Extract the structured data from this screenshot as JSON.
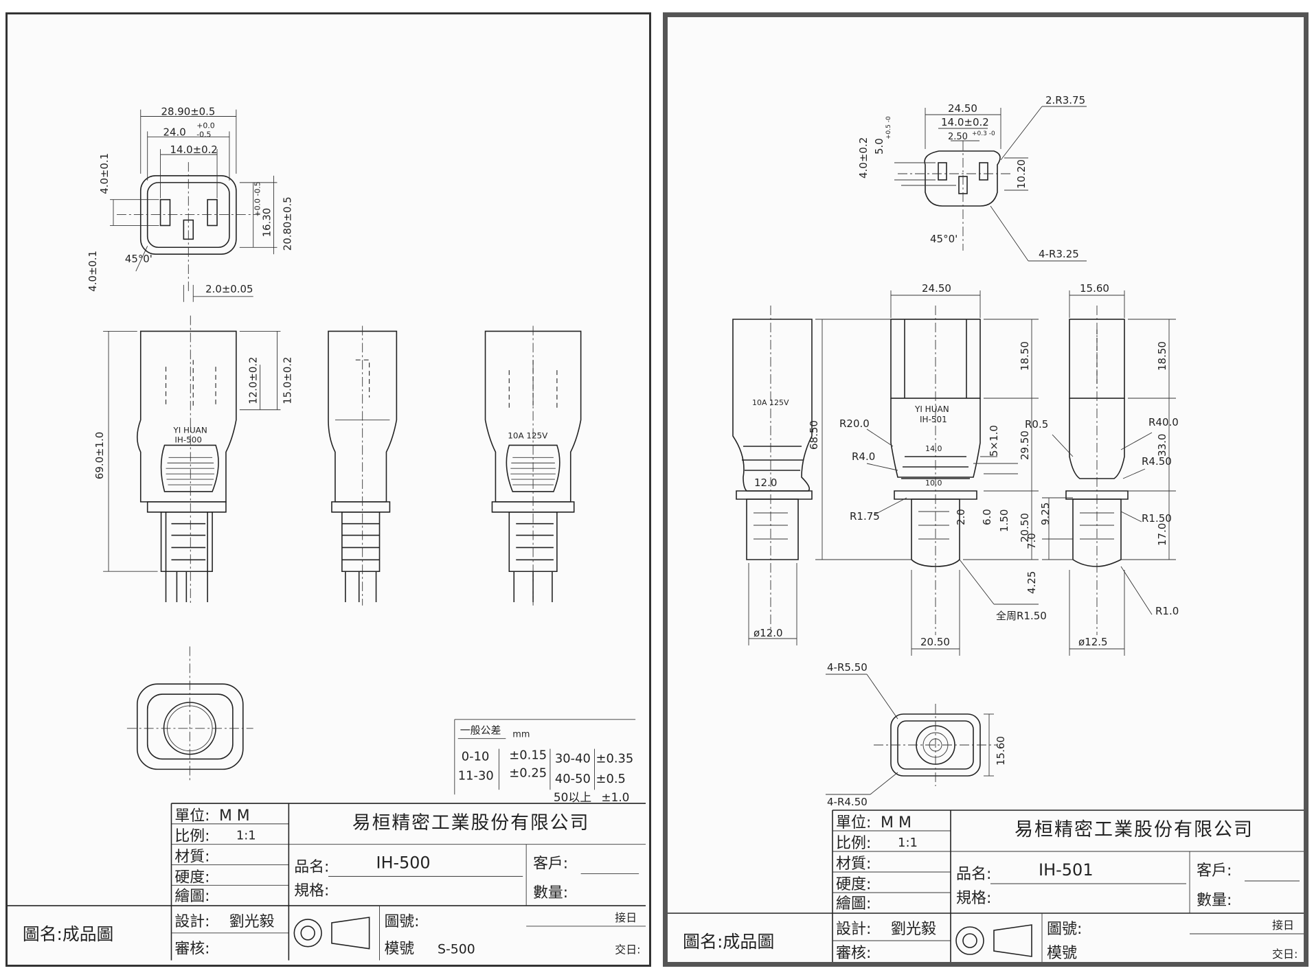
{
  "left": {
    "dims": {
      "w_total": "28.90±0.5",
      "w_inner": "24.0",
      "w_inner_tol_up": "+0.0",
      "w_inner_tol_dn": "-0.5",
      "w_pins": "14.0±0.2",
      "h_pin": "4.0±0.1",
      "h_pin2": "4.0±0.1",
      "h_inner": "16.30",
      "h_inner_tol": "+0.0 -0.5",
      "h_outer": "20.80±0.5",
      "angle": "45°0'",
      "pin_w": "2.0±0.05",
      "len_total": "69.0±1.0",
      "pin_len": "12.0±0.2",
      "pin_len2": "15.0±0.2"
    },
    "marking_brand": "YI HUAN",
    "marking_model": "IH-500",
    "marking_rating": "10A 125V",
    "tolerance": {
      "title": "一般公差",
      "unit": "mm",
      "r1": "0-10",
      "r1v": "±0.15",
      "r2": "11-30",
      "r2v": "±0.25",
      "r3": "30-40",
      "r3v": "±0.35",
      "r4": "40-50",
      "r4v": "±0.5",
      "r5": "50以上",
      "r5v": "±1.0"
    },
    "title_block": {
      "unit_label": "單位:",
      "unit_value": "M M",
      "scale_label": "比例:",
      "scale_value": "1:1",
      "material_label": "材質:",
      "hardness_label": "硬度:",
      "draw_label": "繪圖:",
      "design_label": "設計:",
      "designer": "劉光毅",
      "review_label": "審核:",
      "company": "易桓精密工業股份有限公司",
      "product_label": "品名:",
      "product": "IH-500",
      "spec_label": "規格:",
      "customer_label": "客戶:",
      "qty_label": "數量:",
      "drawing_name": "圖名:成品圖",
      "drawing_no_label": "圖號:",
      "mold_label": "模號",
      "mold_no": "S-500",
      "recv_date": "接日",
      "deliv_date": "交日:"
    }
  },
  "right": {
    "dims": {
      "w_total": "24.50",
      "w_pins": "14.0±0.2",
      "pin_w": "2.50",
      "pin_w_tol": "+0.3 -0",
      "r_top": "2.R3.75",
      "h_a": "4.0±0.2",
      "h_b": "5.0",
      "h_b_tol": "+0.5 -0",
      "h_c": "10.20",
      "angle": "45°0'",
      "r_bottom": "4-R3.25",
      "side_w": "24.50",
      "side_w2": "15.60",
      "len_total": "68.50",
      "pin_len": "18.50",
      "body_len": "29.50",
      "tail_len": "20.50",
      "r20": "R20.0",
      "r4": "R4.0",
      "r175": "R1.75",
      "w14": "14.0",
      "w12": "12.0",
      "w10": "10.0",
      "slot": "5×1.0",
      "d2": "2.0",
      "d6": "6.0",
      "d15": "1.50",
      "rall": "全周R1.50",
      "w2050": "20.50",
      "dia12": "ø12.0",
      "r05": "R0.5",
      "r40": "R40.0",
      "r45": "R4.50",
      "r15": "R1.50",
      "r1": "R1.0",
      "h33": "33.0",
      "h185": "18.50",
      "h17": "17.0",
      "h925": "9.25",
      "h7": "7.0",
      "h425": "4.25",
      "dia125": "ø12.5",
      "rear_r1": "4-R5.50",
      "rear_r2": "4-R4.50",
      "rear_h": "15.60"
    },
    "marking_brand": "YI HUAN",
    "marking_model": "IH-501",
    "marking_rating": "10A 125V",
    "title_block": {
      "unit_label": "單位:",
      "unit_value": "M M",
      "scale_label": "比例:",
      "scale_value": "1:1",
      "material_label": "材質:",
      "hardness_label": "硬度:",
      "draw_label": "繪圖:",
      "design_label": "設計:",
      "designer": "劉光毅",
      "review_label": "審核:",
      "company": "易桓精密工業股份有限公司",
      "product_label": "品名:",
      "product": "IH-501",
      "spec_label": "規格:",
      "customer_label": "客戶:",
      "qty_label": "數量:",
      "drawing_name": "圖名:成品圖",
      "drawing_no_label": "圖號:",
      "mold_label": "模號",
      "recv_date": "接日",
      "deliv_date": "交日:"
    }
  }
}
